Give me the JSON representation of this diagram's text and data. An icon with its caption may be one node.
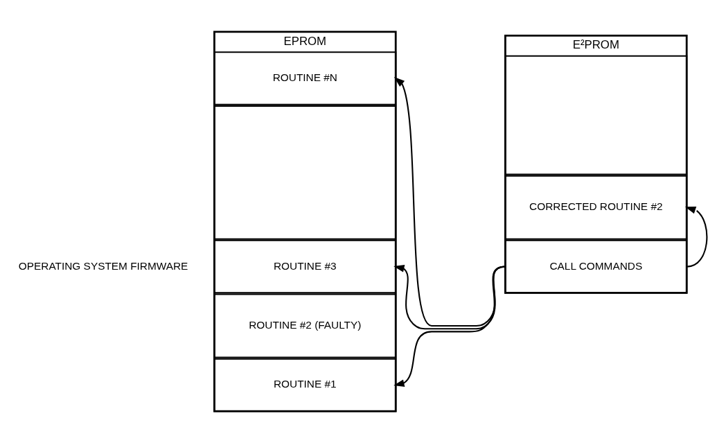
{
  "diagram": {
    "nodes": [
      {
        "text": [
          "EPROM"
        ],
        "beside": [
          "OPERATING SYSTEM FIRMWARE"
        ]
      },
      {
        "text": [
          "ROUTINE #1"
        ],
        "in": 0
      },
      {
        "text": [
          "ROUTINE #2 (FAULTY)"
        ],
        "in": 0
      },
      {
        "text": [
          "ROUTINE #3"
        ],
        "in": 0
      },
      {
        "text": [],
        "shape": "box",
        "in": 0
      },
      {
        "text": [
          "ROUTINE #N"
        ],
        "in": 0
      },
      {
        "text": [
          "E²PROM"
        ]
      },
      {
        "text": [
          "CALL COMMANDS"
        ],
        "in": 6
      },
      {
        "text": [
          "CORRECTED ROUTINE #2"
        ],
        "in": 6
      },
      {
        "text": [],
        "shape": "box",
        "in": 6
      }
    ],
    "edges": [
      {
        "from": 7,
        "to": 1,
        "arrow": "to"
      },
      {
        "from": 7,
        "to": 3,
        "arrow": "to"
      },
      {
        "from": 7,
        "to": 5,
        "arrow": "to"
      },
      {
        "from": 7,
        "to": 8,
        "arrow": "to"
      }
    ]
  }
}
